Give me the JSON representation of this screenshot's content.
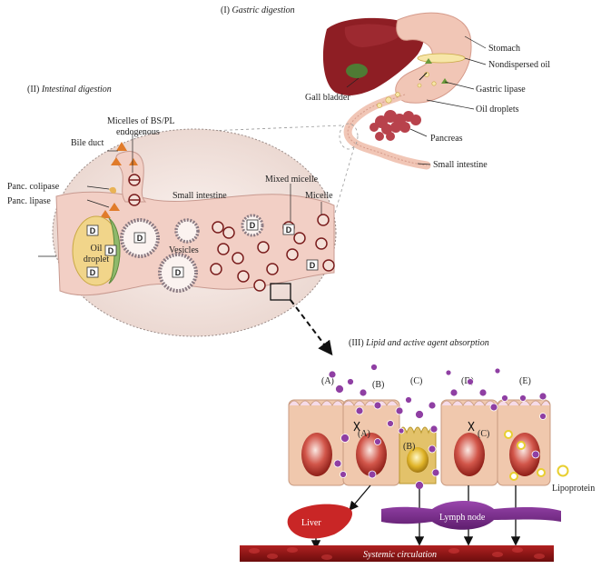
{
  "sections": {
    "gastric": {
      "numeral": "(I)",
      "title": "Gastric digestion"
    },
    "intestinal": {
      "numeral": "(II)",
      "title": "Intestinal digestion"
    },
    "absorption": {
      "numeral": "(III)",
      "title": "Lipid and active agent absorption"
    }
  },
  "stomach_labels": {
    "stomach": "Stomach",
    "nondispersed_oil": "Nondispersed oil",
    "gastric_lipase": "Gastric lipase",
    "oil_droplets": "Oil droplets",
    "gall_bladder": "Gall bladder",
    "pancreas": "Pancreas",
    "small_intestine": "Small intestine"
  },
  "intestine_labels": {
    "micelles_line1": "Micelles of BS/PL",
    "micelles_line2": "endogenous",
    "bile_duct": "Bile duct",
    "panc_colipase": "Panc. colipase",
    "panc_lipase": "Panc. lipase",
    "small_intestine": "Small intestine",
    "mixed_micelle": "Mixed micelle",
    "micelle": "Micelle",
    "oil_line1": "Oil",
    "oil_line2": "droplet",
    "vesicles": "Vesicles",
    "drug": "D"
  },
  "absorption_labels": {
    "cell_a": "(A)",
    "cell_b": "(B)",
    "cell_c": "(C)",
    "cell_d": "(D)",
    "cell_e": "(E)",
    "route_a": "(A)",
    "route_b": "(B)",
    "route_c": "(C)",
    "lipoprotein": "Lipoprotein",
    "liver": "Liver",
    "lymph_node": "Lymph node",
    "systemic": "Systemic circulation"
  },
  "colors": {
    "liver": "#8e1e24",
    "stomach": "#f1c6b6",
    "pancreas": "#b8424c",
    "intestine": "#f2cfc5",
    "lymph": "#7a2b8c",
    "blood": "#8c1313",
    "drug_particle": "#8f3fa3",
    "oil": "#f1d58a",
    "cell": "#f0c8ad",
    "nucleus": "#c0372c",
    "c_cell": "#e3c26a"
  }
}
